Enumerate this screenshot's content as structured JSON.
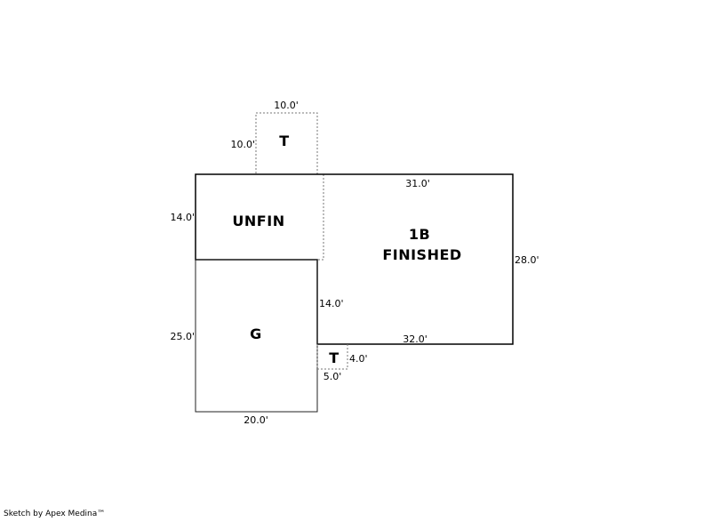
{
  "areas": {
    "unfin": "UNFIN",
    "finished_line1": "1B",
    "finished_line2": "FINISHED",
    "garage": "G",
    "terrace_top": "T",
    "terrace_bottom": "T"
  },
  "dimensions": {
    "terrace_top_width": "10.0'",
    "terrace_top_height": "10.0'",
    "unfin_height": "14.0'",
    "main_top_width": "31.0'",
    "main_right_height": "28.0'",
    "inner_step_height": "14.0'",
    "main_bottom_width": "32.0'",
    "garage_height": "25.0'",
    "garage_width": "20.0'",
    "terrace_bottom_height": "4.0'",
    "terrace_bottom_width": "5.0'"
  },
  "footer": {
    "credit": "Sketch by Apex Medina™"
  },
  "colors": {
    "solid_line": "#000000",
    "dotted_line": "#777777"
  }
}
